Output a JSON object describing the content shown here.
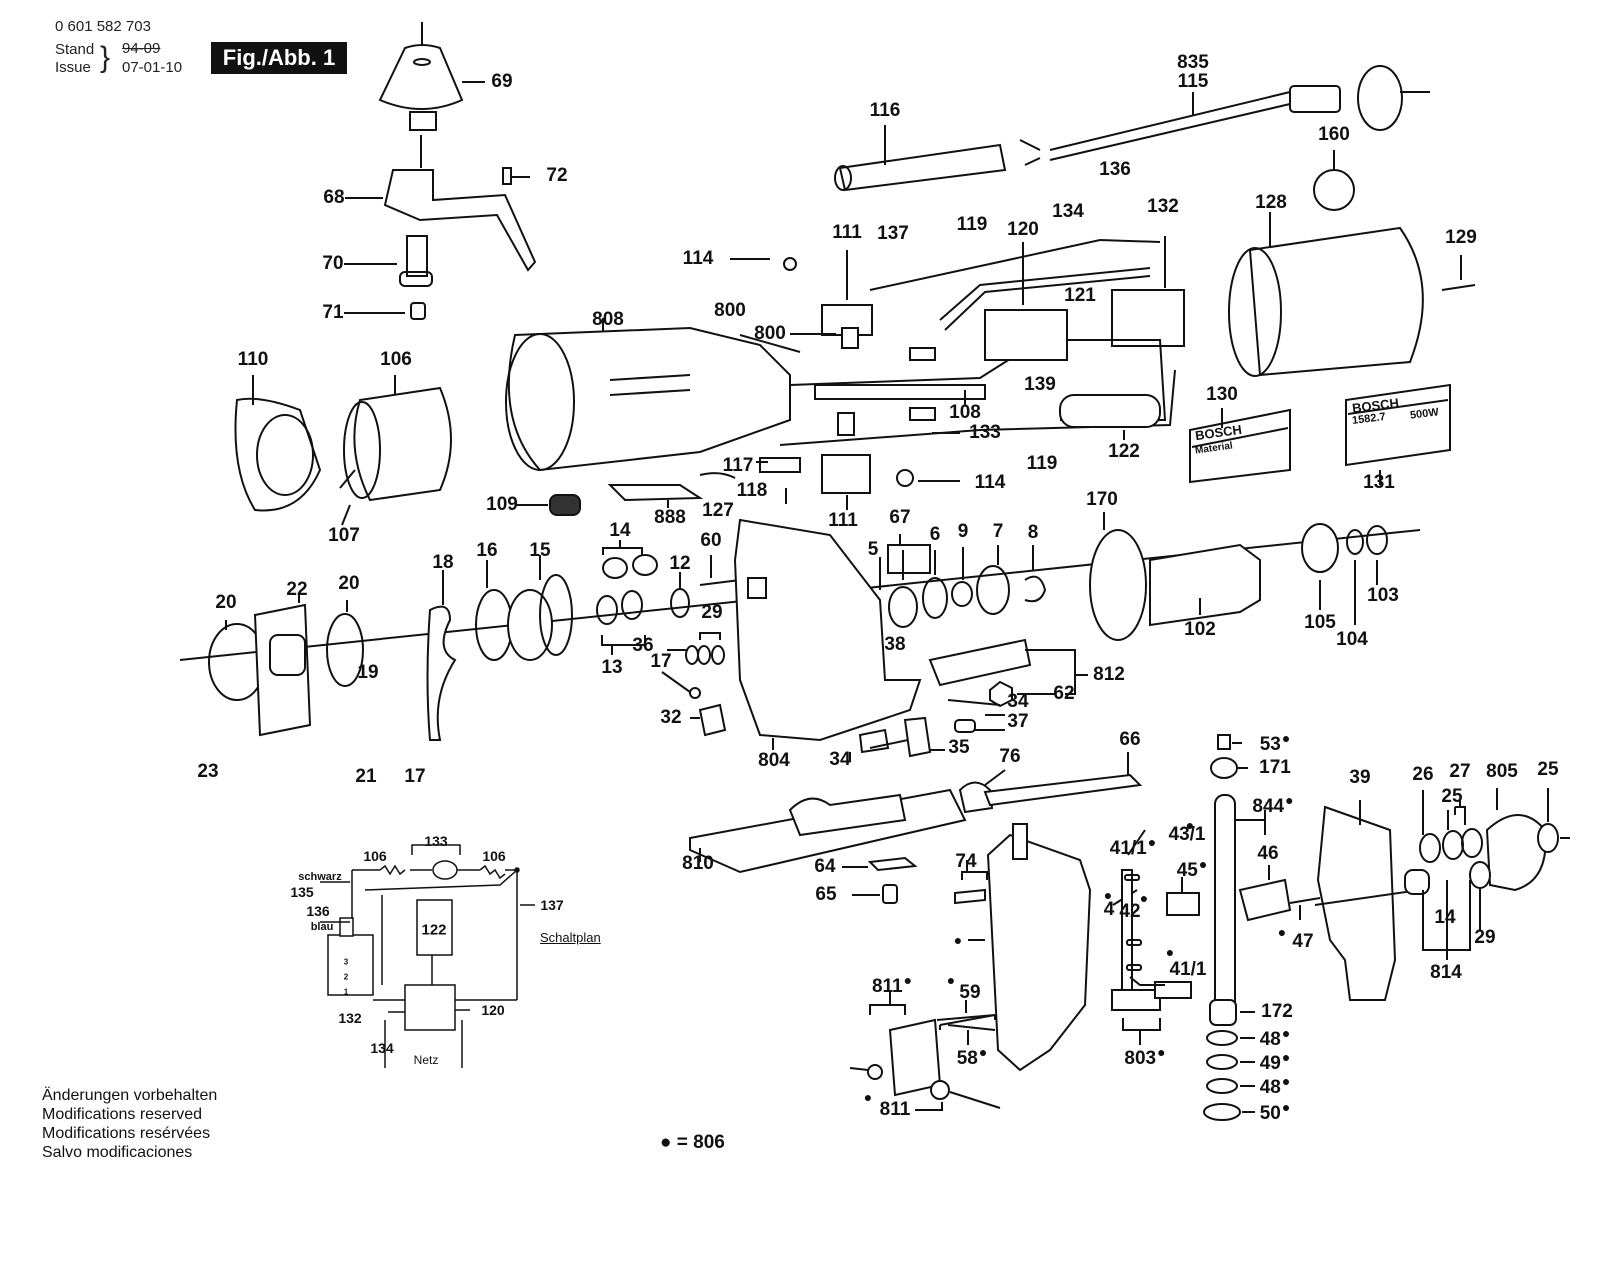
{
  "header": {
    "part_number": "0 601 582 703",
    "stand_label": "Stand",
    "issue_label": "Issue",
    "stand_value_struck": "94-09",
    "issue_value": "07-01-10",
    "figure_label": "Fig./Abb. 1"
  },
  "plates": {
    "material_brand": "BOSCH",
    "material_text": "Material",
    "rating_brand": "BOSCH",
    "rating_model": "1582.7",
    "rating_power": "500W"
  },
  "schematic": {
    "title": "Schaltplan",
    "schwarz": "schwarz",
    "blau": "blau",
    "netz": "Netz",
    "labels": [
      "106",
      "133",
      "106",
      "135",
      "136",
      "137",
      "122",
      "132",
      "134",
      "120"
    ],
    "terminals": [
      "3",
      "2",
      "1"
    ]
  },
  "callouts": [
    "69",
    "72",
    "68",
    "70",
    "71",
    "110",
    "106",
    "107",
    "808",
    "109",
    "888",
    "127",
    "117",
    "118",
    "111",
    "114",
    "119",
    "133",
    "108",
    "800",
    "800",
    "137",
    "119",
    "111",
    "114",
    "120",
    "134",
    "136",
    "132",
    "121",
    "139",
    "122",
    "116",
    "835",
    "115",
    "160",
    "128",
    "129",
    "130",
    "131",
    "20",
    "22",
    "20",
    "18",
    "16",
    "15",
    "14",
    "12",
    "60",
    "13",
    "29",
    "36",
    "17",
    "19",
    "23",
    "21",
    "17",
    "32",
    "804",
    "38",
    "67",
    "5",
    "6",
    "9",
    "7",
    "8",
    "170",
    "102",
    "105",
    "104",
    "103",
    "812",
    "62",
    "34",
    "37",
    "34",
    "35",
    "76",
    "66",
    "810",
    "64",
    "65",
    "74",
    "53",
    "171",
    "844",
    "46",
    "41/1",
    "43/1",
    "45",
    "4",
    "42",
    "41/1",
    "47",
    "172",
    "48",
    "49",
    "48",
    "50",
    "803",
    "811",
    "59",
    "58",
    "811",
    "39",
    "26",
    "25",
    "27",
    "805",
    "25",
    "14",
    "29",
    "814"
  ],
  "notes": [
    "Änderungen vorbehalten",
    "Modifications reserved",
    "Modifications resérvées",
    "Salvo modificaciones"
  ],
  "legend": {
    "symbol": "●",
    "text": "= 806"
  }
}
